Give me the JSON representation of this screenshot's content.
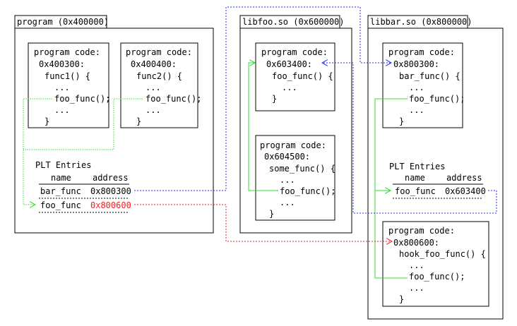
{
  "modules": {
    "program": {
      "label": "program (0x400000)"
    },
    "libfoo": {
      "label": "libfoo.so (0x600000)"
    },
    "libbar": {
      "label": "libbar.so (0x800000)"
    }
  },
  "code_blocks": {
    "func1": [
      "program code:",
      "0x400300:",
      "func1() {",
      "...",
      "foo_func();",
      "...",
      "}"
    ],
    "func2": [
      "program code:",
      "0x400400:",
      "func2() {",
      "...",
      "foo_func();",
      "...",
      "}"
    ],
    "libfoo_foo": [
      "program code:",
      "0x603400:",
      "foo_func() {",
      "...",
      "}"
    ],
    "libfoo_some": [
      "program code:",
      "0x604500:",
      "some_func() {",
      "...",
      "foo_func();",
      "...",
      "}"
    ],
    "libbar_bar": [
      "program code:",
      "0x800300:",
      "bar_func() {",
      "...",
      "foo_func();",
      "...",
      "}"
    ],
    "libbar_hook": [
      "program code:",
      "0x800600:",
      "hook_foo_func() {",
      "...",
      "foo_func();",
      "...",
      "}"
    ]
  },
  "plt_program": {
    "title": "PLT Entries",
    "col_name": "name",
    "col_address": "address",
    "rows": [
      {
        "name": "bar_func",
        "address": "0x800300"
      },
      {
        "name": "foo_func",
        "address": "0x800600"
      }
    ]
  },
  "plt_libbar": {
    "title": "PLT Entries",
    "col_name": "name",
    "col_address": "address",
    "rows": [
      {
        "name": "foo_func",
        "address": "0x603400"
      }
    ]
  },
  "colors": {
    "call_arrow": "#33dd33",
    "bar_func_link": "#2233ee",
    "hook_link": "#ee2222",
    "highlight_text": "#ee2222"
  }
}
